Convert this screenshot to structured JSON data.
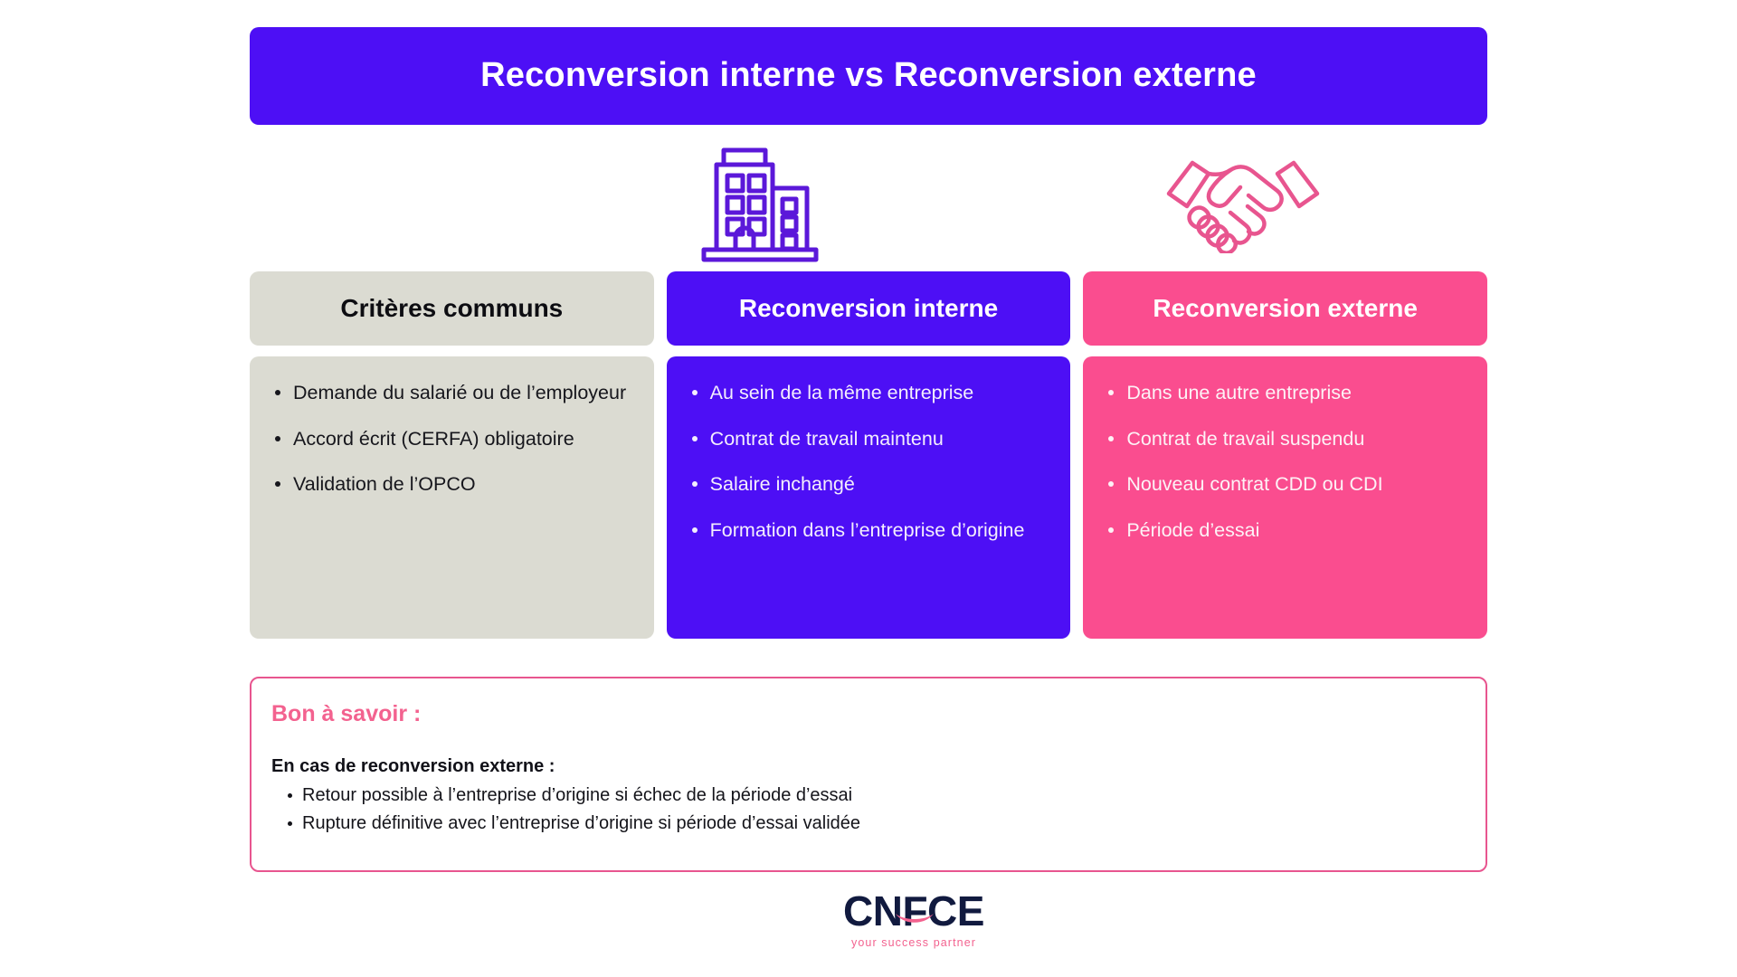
{
  "title": {
    "text": "Reconversion interne vs Reconversion externe"
  },
  "icons": {
    "internal": "building-icon",
    "external": "handshake-icon"
  },
  "colors": {
    "violet": "#4d0ff5",
    "pink": "#fa4d8f",
    "gray": "#dbdbd2",
    "note_border": "#e8558f",
    "note_title": "#f3628f",
    "logo_navy": "#111a3f"
  },
  "columns": [
    {
      "key": "common",
      "header": "Critères communs",
      "items": [
        "Demande du salarié ou de l’employeur",
        "Accord écrit (CERFA) obligatoire",
        "Validation de l’OPCO"
      ]
    },
    {
      "key": "internal",
      "header": "Reconversion interne",
      "items": [
        "Au sein de la même entreprise",
        "Contrat de travail maintenu",
        "Salaire inchangé",
        "Formation dans l’entreprise d’origine"
      ]
    },
    {
      "key": "external",
      "header": "Reconversion externe",
      "items": [
        "Dans une autre entreprise",
        "Contrat de travail suspendu",
        "Nouveau contrat CDD ou CDI",
        "Période d’essai"
      ]
    }
  ],
  "note": {
    "title": "Bon à savoir :",
    "subtitle": "En cas de reconversion externe :",
    "items": [
      "Retour possible à l’entreprise d’origine si échec de la période d’essai",
      "Rupture définitive avec l’entreprise d’origine si période d’essai validée"
    ]
  },
  "logo": {
    "word": "CNFCE",
    "tagline": "your success partner"
  }
}
